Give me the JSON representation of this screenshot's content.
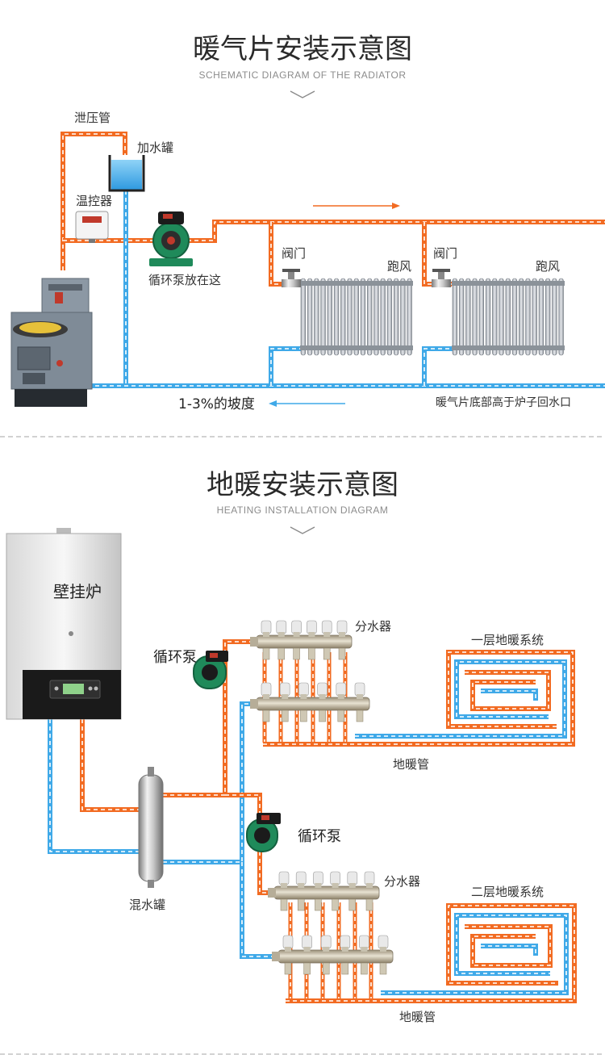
{
  "radiator_section": {
    "title": "暖气片安装示意图",
    "subtitle": "SCHEMATIC DIAGRAM OF THE RADIATOR",
    "labels": {
      "relief_pipe": "泄压管",
      "water_tank": "加水罐",
      "thermostat": "温控器",
      "pump_here": "循环泵放在这",
      "valve_1": "阀门",
      "vent_1": "跑风",
      "valve_2": "阀门",
      "vent_2": "跑风",
      "slope": "1-3%的坡度",
      "bottom_note": "暖气片底部高于炉子回水口"
    }
  },
  "floor_section": {
    "title": "地暖安装示意图",
    "subtitle": "HEATING INSTALLATION DIAGRAM",
    "labels": {
      "boiler": "壁挂炉",
      "pump_1": "循环泵",
      "manifold_1": "分水器",
      "system_1": "一层地暖系统",
      "pipe_1": "地暖管",
      "mixing_tank": "混水罐",
      "pump_2": "循环泵",
      "manifold_2": "分水器",
      "system_2": "二层地暖系统",
      "pipe_2": "地暖管"
    }
  },
  "colors": {
    "hot_pipe": "#f26b22",
    "cold_pipe": "#3fa9e8",
    "title": "#2a2a2a",
    "divider": "#b8b8b8"
  }
}
